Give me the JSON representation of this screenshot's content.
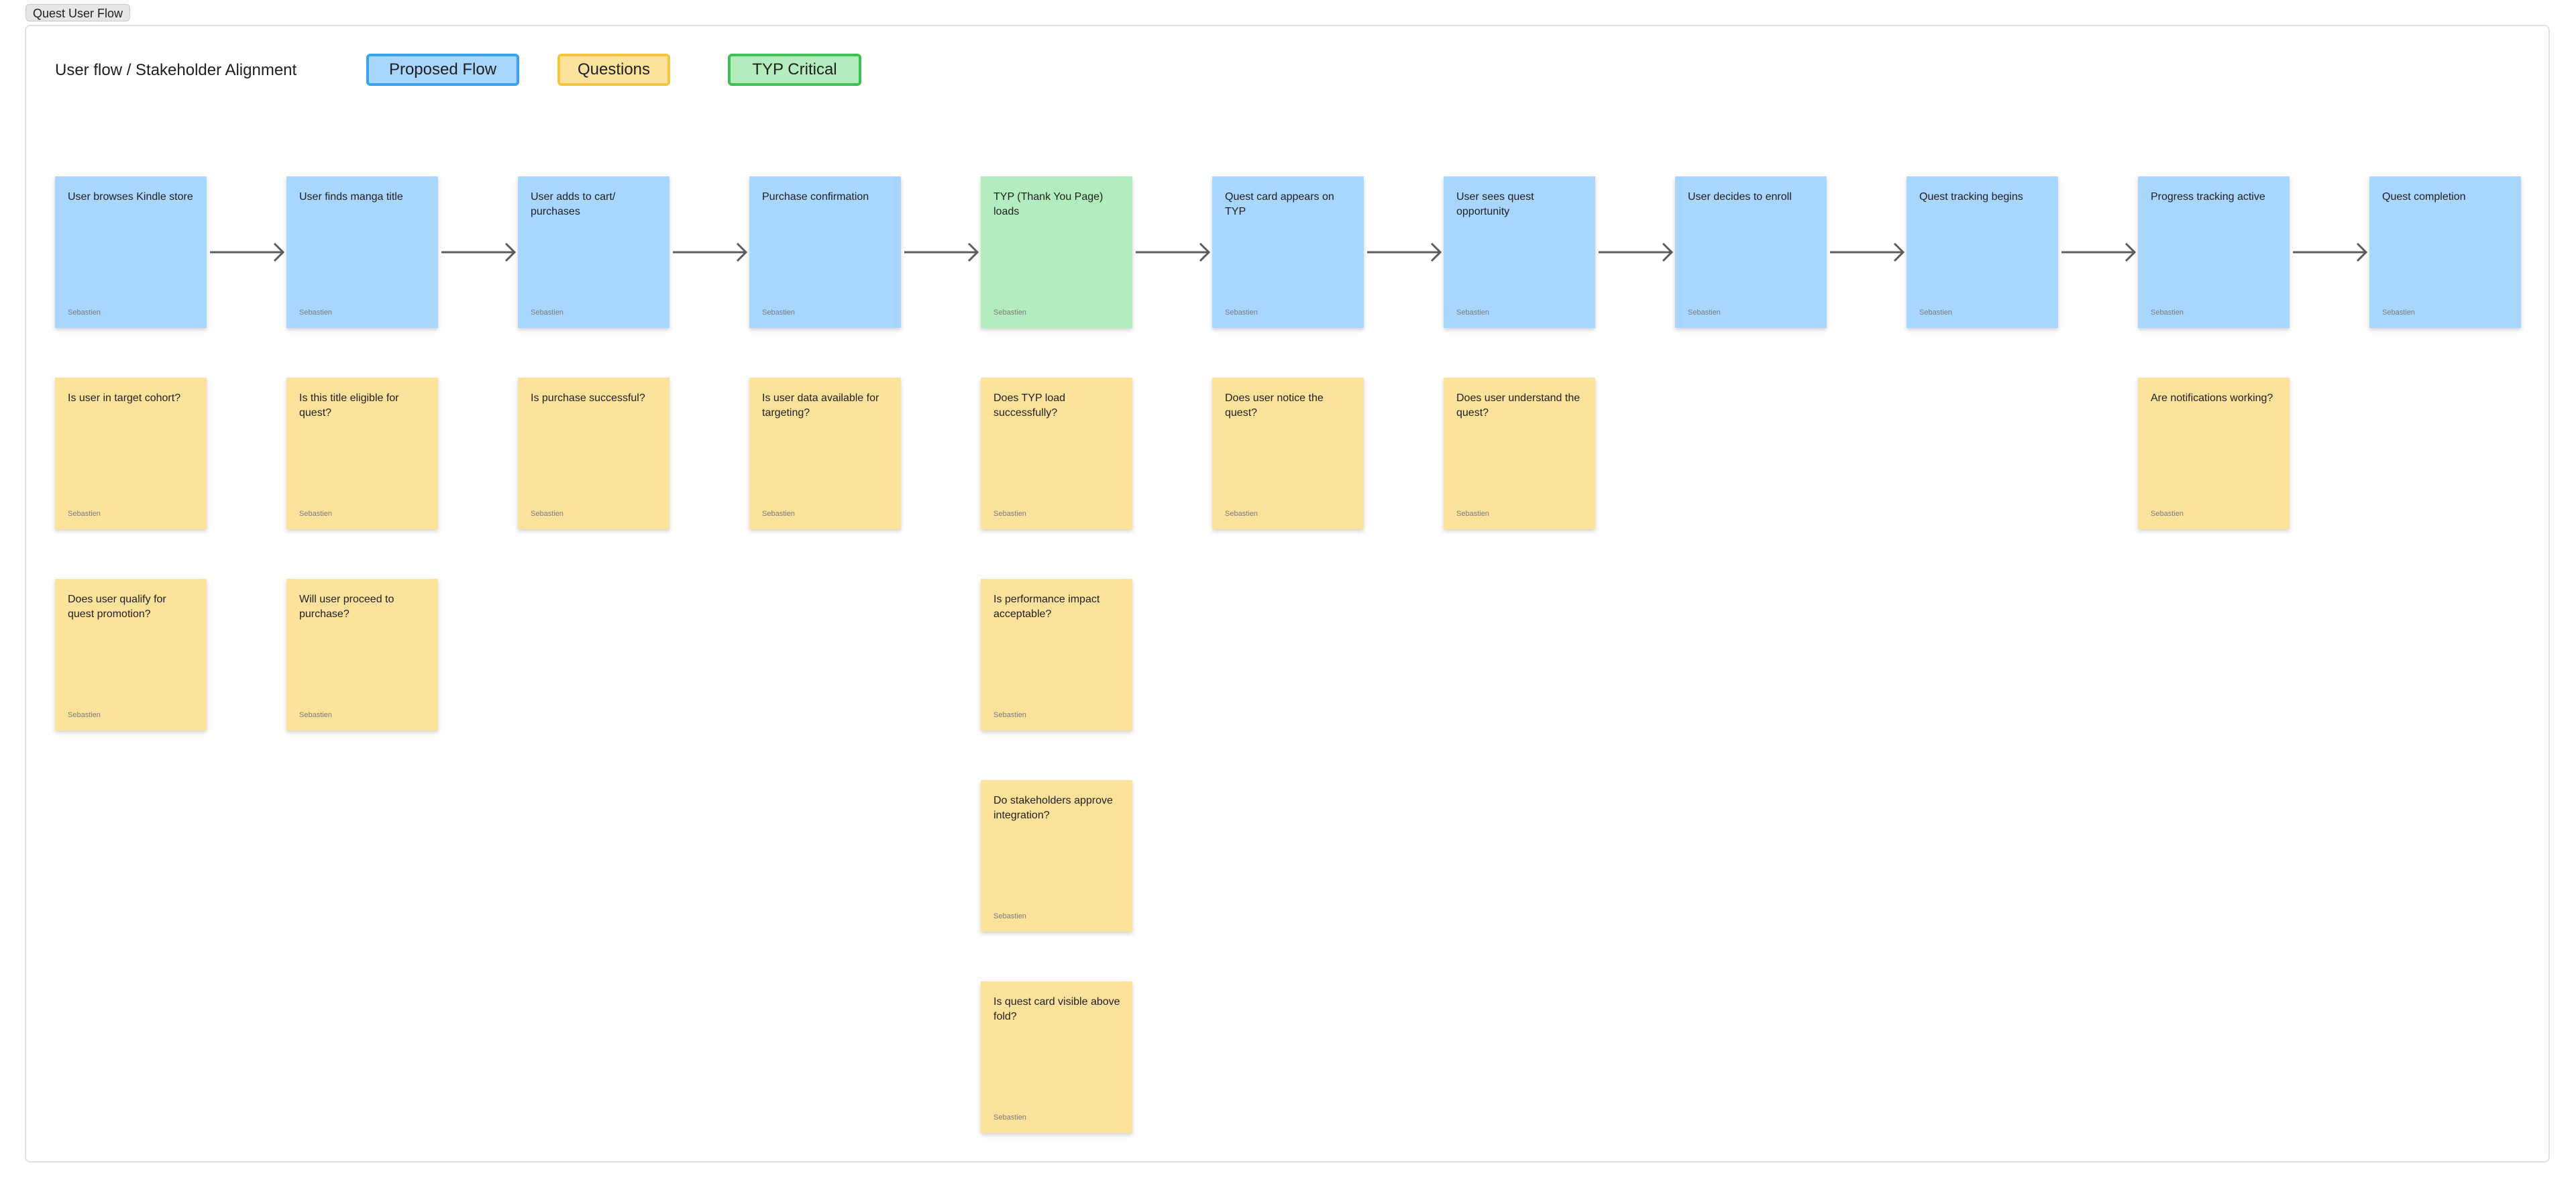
{
  "section": {
    "tab_label": "Quest User Flow"
  },
  "heading": "User flow / Stakeholder Alignment",
  "legend": [
    {
      "label": "Proposed Flow",
      "fill": "#a8d6ff",
      "border": "#3aa2ee"
    },
    {
      "label": "Questions",
      "fill": "#fde29b",
      "border": "#f5c542"
    },
    {
      "label": "TYP Critical",
      "fill": "#b3edbd",
      "border": "#3dbf55"
    }
  ],
  "colors": {
    "flow": "#a8d6ff",
    "question": "#fde29b",
    "critical": "#b3edbd",
    "arrow": "#5c5c5c"
  },
  "flow_steps": [
    {
      "text": "User browses Kindle store",
      "author": "Sebastien",
      "type": "flow"
    },
    {
      "text": "User finds manga title",
      "author": "Sebastien",
      "type": "flow"
    },
    {
      "text": "User adds to cart/ purchases",
      "author": "Sebastien",
      "type": "flow"
    },
    {
      "text": "Purchase confirmation",
      "author": "Sebastien",
      "type": "flow"
    },
    {
      "text": "TYP (Thank You Page) loads",
      "author": "Sebastien",
      "type": "critical"
    },
    {
      "text": "Quest card appears on TYP",
      "author": "Sebastien",
      "type": "flow"
    },
    {
      "text": "User sees quest opportunity",
      "author": "Sebastien",
      "type": "flow"
    },
    {
      "text": "User decides to enroll",
      "author": "Sebastien",
      "type": "flow"
    },
    {
      "text": "Quest tracking begins",
      "author": "Sebastien",
      "type": "flow"
    },
    {
      "text": "Progress tracking active",
      "author": "Sebastien",
      "type": "flow"
    },
    {
      "text": "Quest completion",
      "author": "Sebastien",
      "type": "flow"
    }
  ],
  "questions": [
    {
      "step": 0,
      "row": 0,
      "text": "Is user in target cohort?",
      "author": "Sebastien"
    },
    {
      "step": 0,
      "row": 1,
      "text": "Does user qualify for quest promotion?",
      "author": "Sebastien"
    },
    {
      "step": 1,
      "row": 0,
      "text": "Is this title eligible for quest?",
      "author": "Sebastien"
    },
    {
      "step": 1,
      "row": 1,
      "text": "Will user proceed to purchase?",
      "author": "Sebastien"
    },
    {
      "step": 2,
      "row": 0,
      "text": "Is purchase successful?",
      "author": "Sebastien"
    },
    {
      "step": 3,
      "row": 0,
      "text": "Is user data available for targeting?",
      "author": "Sebastien"
    },
    {
      "step": 4,
      "row": 0,
      "text": "Does TYP load successfully?",
      "author": "Sebastien"
    },
    {
      "step": 4,
      "row": 1,
      "text": "Is performance impact acceptable?",
      "author": "Sebastien"
    },
    {
      "step": 4,
      "row": 2,
      "text": "Do stakeholders approve integration?",
      "author": "Sebastien"
    },
    {
      "step": 4,
      "row": 3,
      "text": "Is quest card visible above fold?",
      "author": "Sebastien"
    },
    {
      "step": 5,
      "row": 0,
      "text": "Does user notice the quest?",
      "author": "Sebastien"
    },
    {
      "step": 6,
      "row": 0,
      "text": "Does user understand the quest?",
      "author": "Sebastien"
    },
    {
      "step": 9,
      "row": 0,
      "text": "Are notifications working?",
      "author": "Sebastien"
    }
  ]
}
